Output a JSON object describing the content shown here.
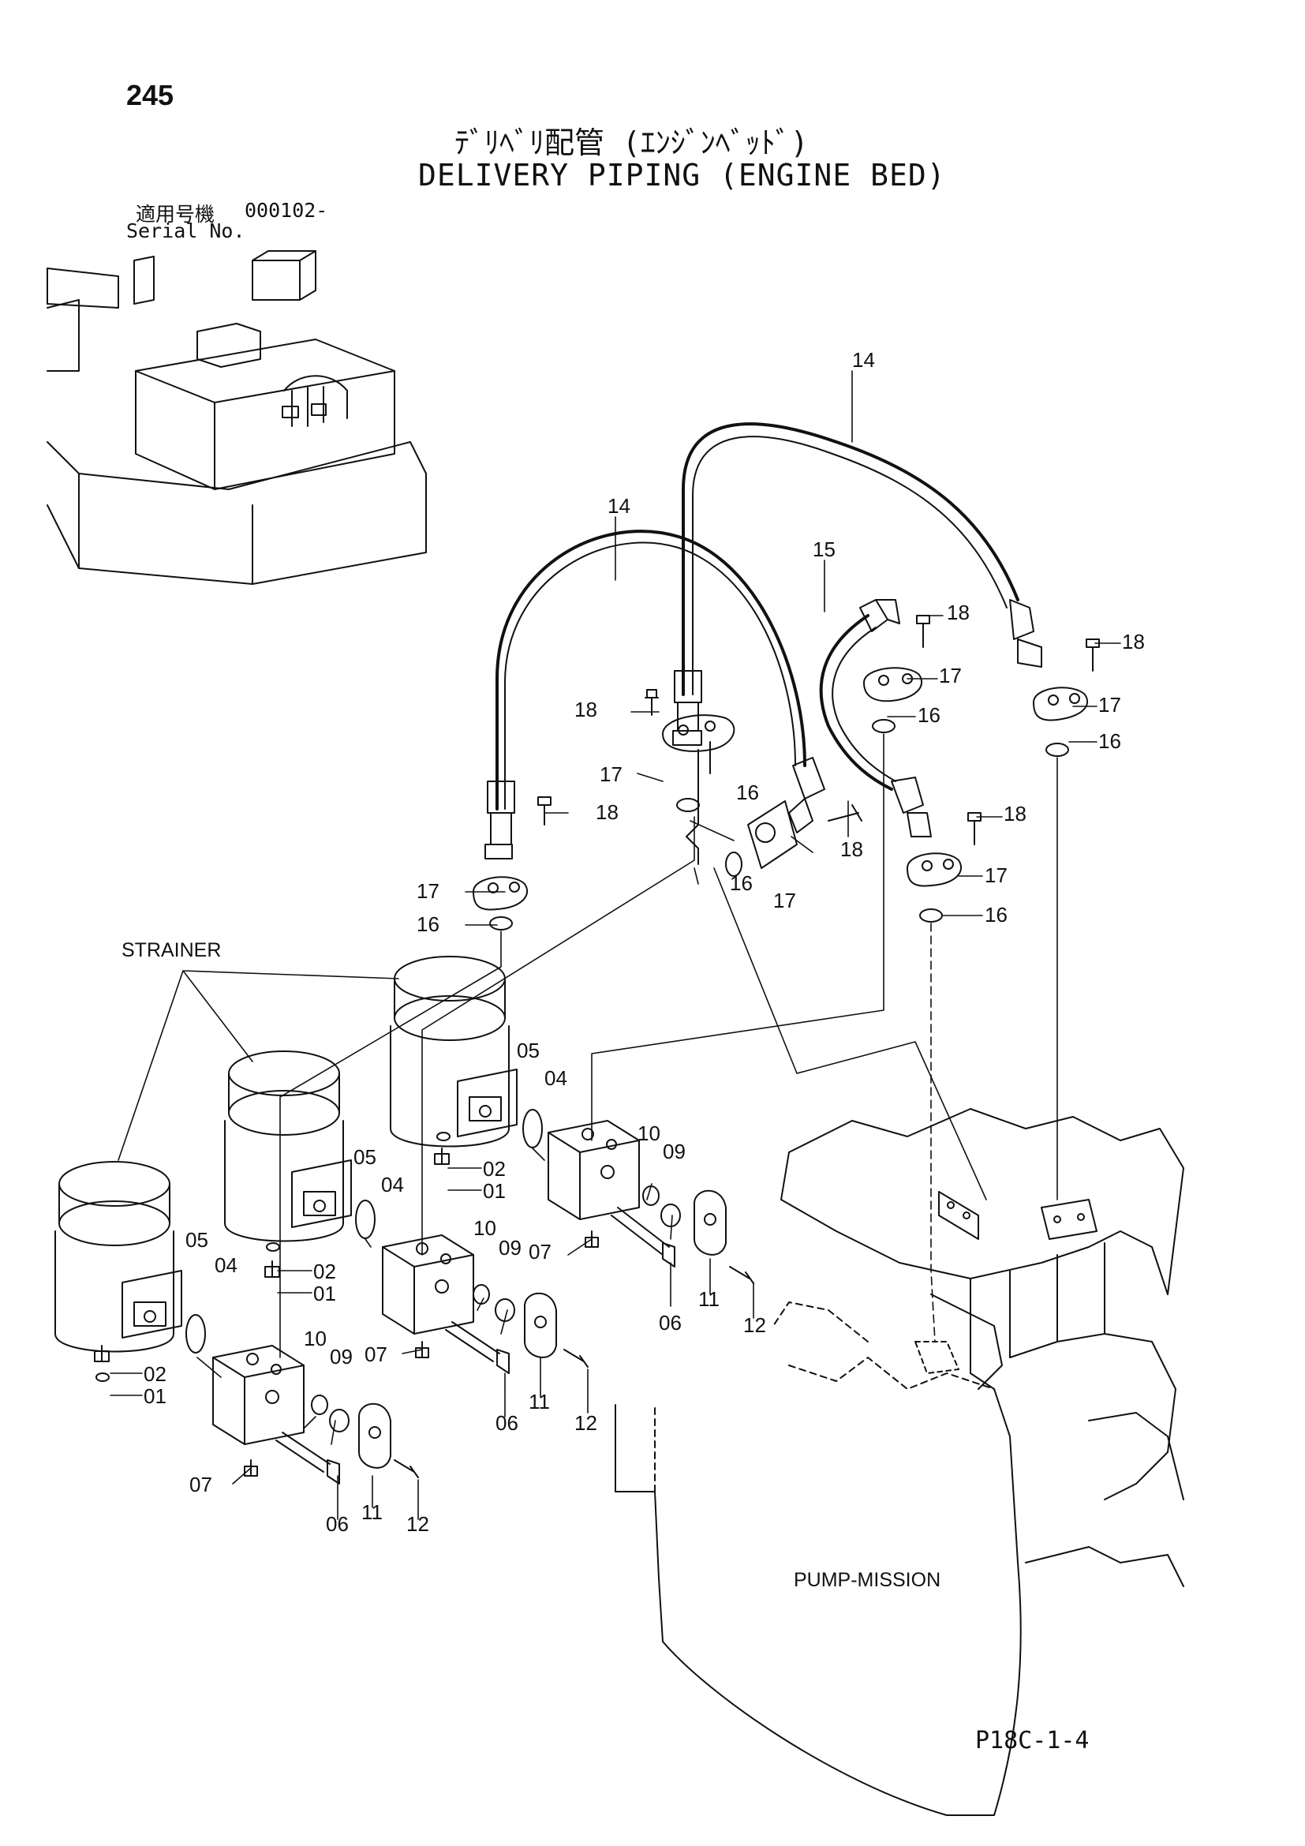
{
  "page_number": "245",
  "title_jp": "ﾃﾞﾘﾍﾞﾘ配管 (ｴﾝｼﾞﾝﾍﾞｯﾄﾞ)",
  "title_en": "DELIVERY PIPING (ENGINE BED)",
  "serial_label_jp": "適用号機",
  "serial_label_en": "Serial No.",
  "serial_value": "000102-",
  "callouts": {
    "strainer": "STRAINER",
    "pump_mission": "PUMP-MISSION"
  },
  "part_labels": {
    "p01": "01",
    "p02": "02",
    "p04": "04",
    "p05": "05",
    "p06": "06",
    "p07": "07",
    "p09": "09",
    "p10": "10",
    "p11": "11",
    "p12": "12",
    "p14": "14",
    "p15": "15",
    "p16": "16",
    "p17": "17",
    "p18": "18"
  },
  "drawing_code": "P18C-1-4"
}
